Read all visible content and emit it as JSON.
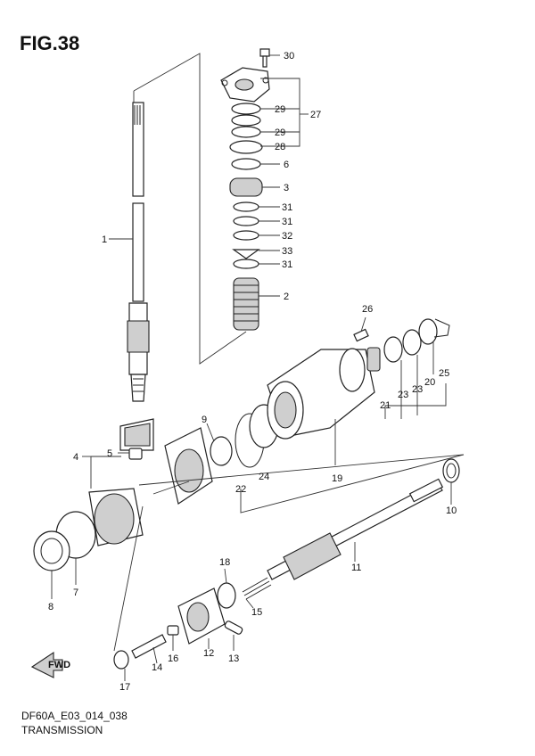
{
  "figure_title": "FIG.38",
  "drawing_code": "DF60A_E03_014_038",
  "caption": "TRANSMISSION",
  "fwd_label": "FWD",
  "callouts": {
    "c1": "1",
    "c2": "2",
    "c3": "3",
    "c4": "4",
    "c5": "5",
    "c6": "6",
    "c7": "7",
    "c8": "8",
    "c9": "9",
    "c10": "10",
    "c11": "11",
    "c12": "12",
    "c13": "13",
    "c14": "14",
    "c15": "15",
    "c16": "16",
    "c17": "17",
    "c18": "18",
    "c19": "19",
    "c20": "20",
    "c21": "21",
    "c22": "22",
    "c23a": "23",
    "c23b": "23",
    "c24": "24",
    "c25": "25",
    "c26": "26",
    "c27": "27",
    "c28": "28",
    "c29a": "29",
    "c29b": "29",
    "c30": "30",
    "c31a": "31",
    "c31b": "31",
    "c31c": "31",
    "c32": "32",
    "c33": "33"
  }
}
